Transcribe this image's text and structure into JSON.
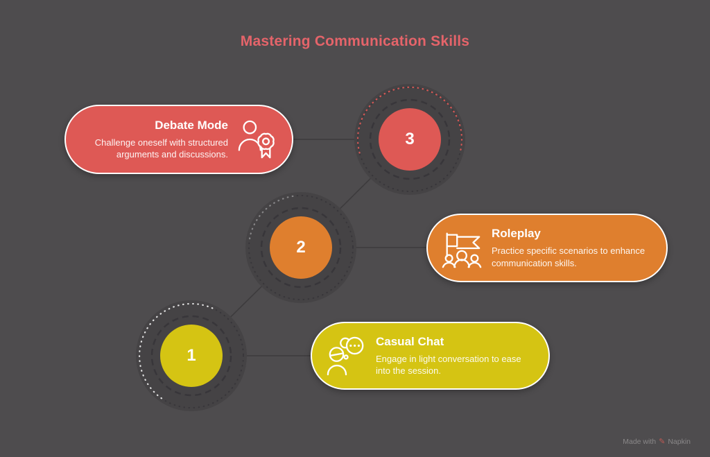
{
  "title": {
    "text": "Mastering Communication Skills"
  },
  "steps": [
    {
      "number": "1",
      "title": "Casual Chat",
      "description": "Engage in light conversation to ease into the session.",
      "icon": "person-thought-bubble-icon",
      "color": "#d5c413"
    },
    {
      "number": "2",
      "title": "Roleplay",
      "description": "Practice specific scenarios to enhance communication skills.",
      "icon": "flag-team-icon",
      "color": "#df7f2e"
    },
    {
      "number": "3",
      "title": "Debate Mode",
      "description": "Challenge oneself with structured arguments and discussions.",
      "icon": "person-award-icon",
      "color": "#de5955"
    }
  ],
  "watermark": {
    "prefix": "Made with",
    "brand": "Napkin",
    "icon": "pen-icon",
    "icon_glyph": "✎"
  },
  "colors": {
    "background": "#4e4c4e",
    "node_bg": "#454345",
    "ring_dash": "#38363a",
    "connector": "#3d3b3d",
    "step1": "#d5c413",
    "step2": "#df7f2e",
    "step3": "#de5955",
    "title_color": "#e5646a",
    "watermark_text": "#8a8889",
    "watermark_icon": "#c05a55"
  }
}
